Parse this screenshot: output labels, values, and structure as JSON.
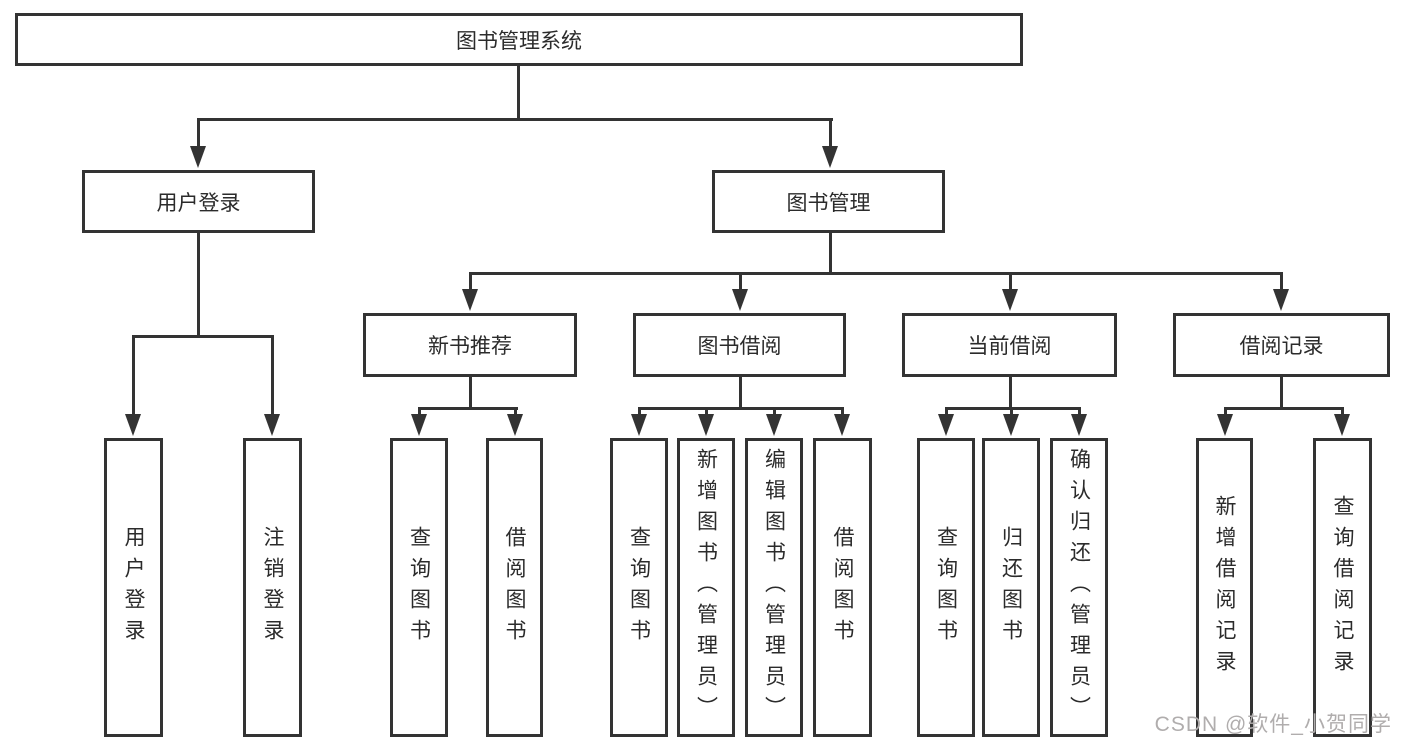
{
  "tree": {
    "label": "图书管理系统",
    "children": [
      {
        "label": "用户登录",
        "children": [
          {
            "label": "用户登录"
          },
          {
            "label": "注销登录"
          }
        ]
      },
      {
        "label": "图书管理",
        "children": [
          {
            "label": "新书推荐",
            "children": [
              {
                "label": "查询图书"
              },
              {
                "label": "借阅图书"
              }
            ]
          },
          {
            "label": "图书借阅",
            "children": [
              {
                "label": "查询图书"
              },
              {
                "label": "新增图书（管理员）"
              },
              {
                "label": "编辑图书（管理员）"
              },
              {
                "label": "借阅图书"
              }
            ]
          },
          {
            "label": "当前借阅",
            "children": [
              {
                "label": "查询图书"
              },
              {
                "label": "归还图书"
              },
              {
                "label": "确认归还（管理员）"
              }
            ]
          },
          {
            "label": "借阅记录",
            "children": [
              {
                "label": "新增借阅记录"
              },
              {
                "label": "查询借阅记录"
              }
            ]
          }
        ]
      }
    ]
  },
  "watermark": "CSDN @软件_小贺同学",
  "colors": {
    "line": "#333333",
    "text": "#2b2b2b",
    "watermark": "#b0adad",
    "background": "#ffffff"
  }
}
